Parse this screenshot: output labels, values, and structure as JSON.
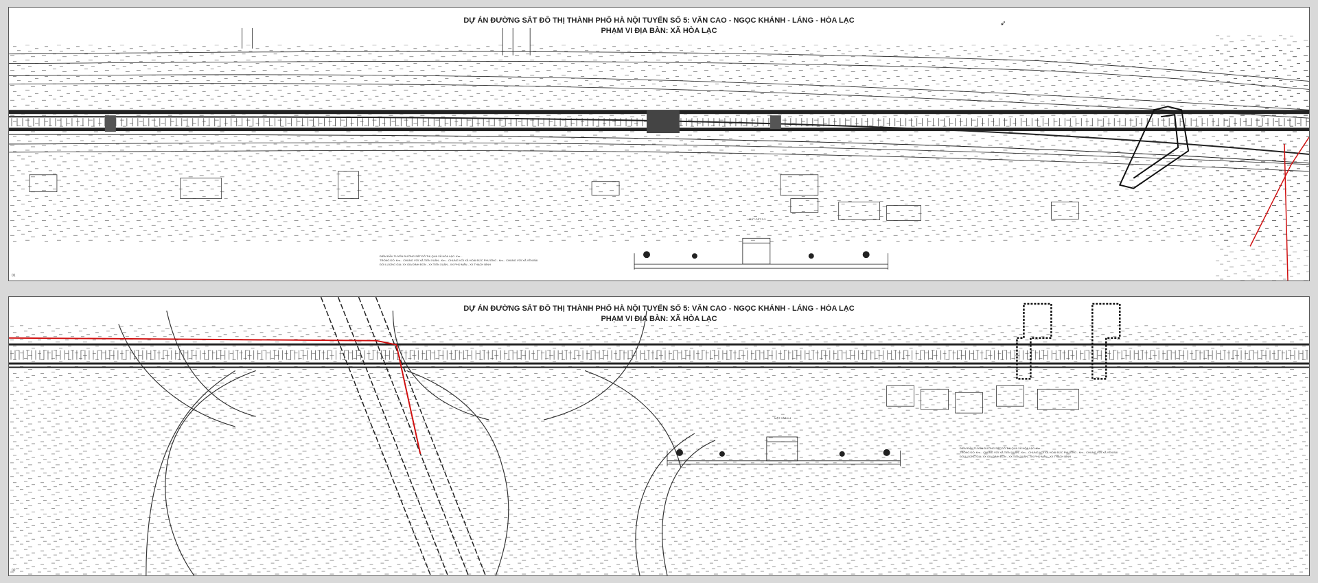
{
  "colors": {
    "page_bg": "#d9d9d9",
    "sheet_bg": "#ffffff",
    "ink": "#222222",
    "redline": "#d01010"
  },
  "sheets": [
    {
      "title_line1": "DỰ ÁN ĐƯỜNG SẮT ĐÔ THỊ THÀNH PHỐ HÀ NỘI TUYẾN SỐ 5: VĂN CAO - NGỌC KHÁNH - LÁNG - HÒA LẠC",
      "title_line2": "PHẠM VI ĐỊA BÀN: XÃ HÒA LẠC",
      "section_label": "MẶT CẮT 3-3",
      "notes": [
        "ĐIỂM ĐẦU TUYẾN ĐƯỜNG SẮT ĐÔ THỊ QUA XÃ HÒA LẠC: Km...",
        "TRONG ĐÓ: Km... CHUNG VỚI XÃ TIẾN XUÂN - Km... CHUNG VỚI XÃ HOÀI ĐỨC PHƯỜNG - Km... CHUNG VỚI XÃ YÊN BÀI",
        "ĐỐI LƯỢNG GIA: XX GIA ĐÌNH ĐƠN - XX TIẾN XUÂN - XX PHÚ MÃN - XX THẠCH BÌNH"
      ],
      "sheet_no": "01",
      "north_icon": "north-arrow-icon"
    },
    {
      "title_line1": "DỰ ÁN ĐƯỜNG SẮT ĐÔ THỊ THÀNH PHỐ HÀ NỘI TUYẾN SỐ 5: VĂN CAO - NGỌC KHÁNH - LÁNG - HÒA LẠC",
      "title_line2": "PHẠM VI ĐỊA BÀN: XÃ HÒA LẠC",
      "section_label": "MẶT CẮT 4-4",
      "notes": [
        "ĐIỂM ĐẦU TUYẾN ĐƯỜNG SẮT ĐÔ THỊ QUA XÃ HÒA LẠC: Km...",
        "TRONG ĐÓ: Km... CHUNG VỚI XÃ TIẾN XUÂN - Km... CHUNG VỚI XÃ HOÀI ĐỨC PHƯỜNG - Km... CHUNG VỚI XÃ YÊN BÀI",
        "ĐỐI LƯỢNG GIA: XX GIA ĐÌNH ĐƠN - XX TIẾN XUÂN - XX PHÚ MÃN - XX THẠCH BÌNH"
      ],
      "sheet_no": "02"
    }
  ]
}
